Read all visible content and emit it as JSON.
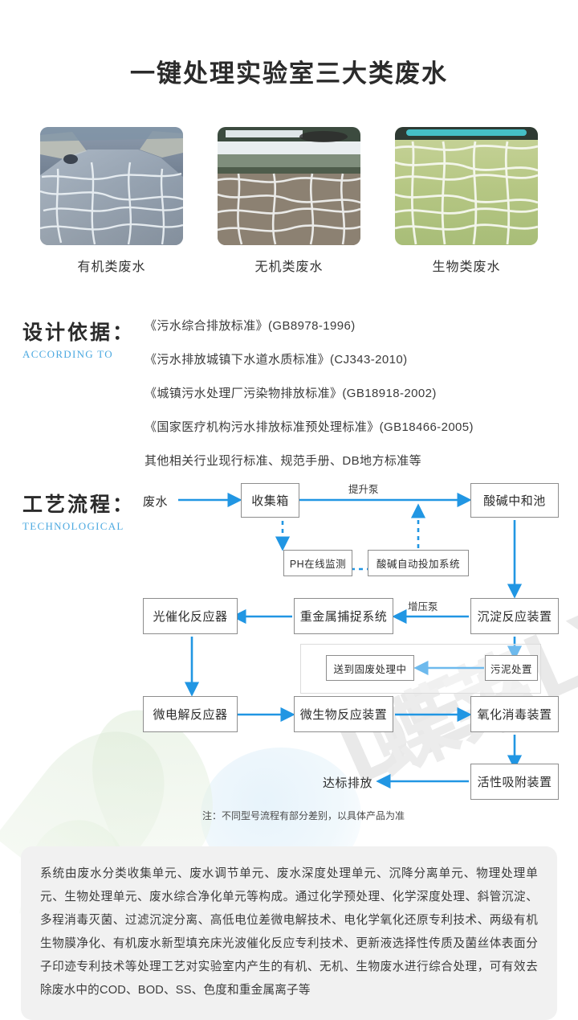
{
  "page": {
    "title": "一键处理实验室三大类废水"
  },
  "photos": [
    {
      "label": "有机类废水",
      "alt": "organic-wastewater-basin"
    },
    {
      "label": "无机类废水",
      "alt": "inorganic-wastewater-basin"
    },
    {
      "label": "生物类废水",
      "alt": "biological-wastewater-basin"
    }
  ],
  "according": {
    "heading_cn": "设计依据：",
    "heading_en": "ACCORDING TO",
    "standards": [
      "《污水综合排放标准》(GB8978-1996)",
      "《污水排放城镇下水道水质标准》(CJ343-2010)",
      "《城镇污水处理厂污染物排放标准》(GB18918-2002)",
      "《国家医疗机构污水排放标准预处理标准》(GB18466-2005)",
      "其他相关行业现行标准、规范手册、DB地方标准等"
    ]
  },
  "technological": {
    "heading_cn": "工艺流程：",
    "heading_en": "TECHNOLOGICAL",
    "nodes": {
      "inlet": "废水",
      "collection_tank": "收集箱",
      "ph_monitor": "PH在线监测",
      "acid_base_dosing": "酸碱自动投加系统",
      "neutralization_pool": "酸碱中和池",
      "precipitation": "沉淀反应装置",
      "sludge": "污泥处置",
      "solid_waste": "送到固废处理中",
      "heavy_metal": "重金属捕捉系统",
      "photocatalytic": "光催化反应器",
      "microelectrolysis": "微电解反应器",
      "microbial": "微生物反应装置",
      "oxidation": "氧化消毒装置",
      "adsorption": "活性吸附装置",
      "outlet": "达标排放"
    },
    "edge_labels": {
      "lift_pump": "提升泵",
      "booster_pump": "增压泵"
    },
    "note": "注：不同型号流程有部分差别，以具体产品为准",
    "arrow_color": "#2196E3"
  },
  "description": {
    "text": "系统由废水分类收集单元、废水调节单元、废水深度处理单元、沉降分离单元、物理处理单元、生物处理单元、废水综合净化单元等构成。通过化学预处理、化学深度处理、斜管沉淀、多程消毒灭菌、过滤沉淀分离、高低电位差微电解技术、电化学氧化还原专利技术、两级有机生物膜净化、有机废水新型填充床光波催化反应专利技术、更新液选择性传质及菌丝体表面分子印迹专利技术等处理工艺对实验室内产生的有机、无机、生物废水进行综合处理，可有效去除废水中的COD、BOD、SS、色度和重金属离子等"
  },
  "watermark": {
    "latin": "DEALYE",
    "cjk": "蝶莱"
  }
}
